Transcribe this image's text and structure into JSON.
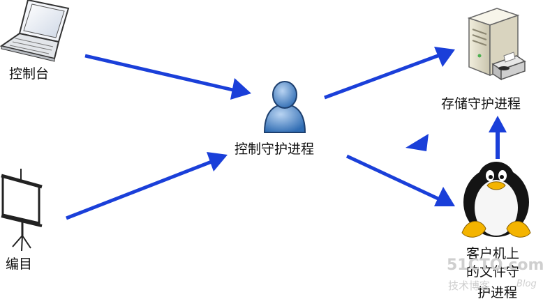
{
  "nodes": {
    "console": {
      "label": "控制台",
      "icon": "laptop-icon"
    },
    "catalog": {
      "label": "编目",
      "icon": "projector-screen-icon"
    },
    "control_daemon": {
      "label": "控制守护进程",
      "icon": "user-icon"
    },
    "storage_daemon": {
      "label": "存储守护进程",
      "icon": "server-printer-icon"
    },
    "client_file_daemon": {
      "label_lines": [
        "客户机上",
        "的文件守",
        "护进程"
      ],
      "icon": "linux-penguin-icon"
    }
  },
  "watermark": {
    "main": "51CTO.com",
    "sub": "技术博客",
    "tag": "Blog"
  },
  "colors": {
    "arrow": "#1a3fd9",
    "text": "#111111"
  }
}
